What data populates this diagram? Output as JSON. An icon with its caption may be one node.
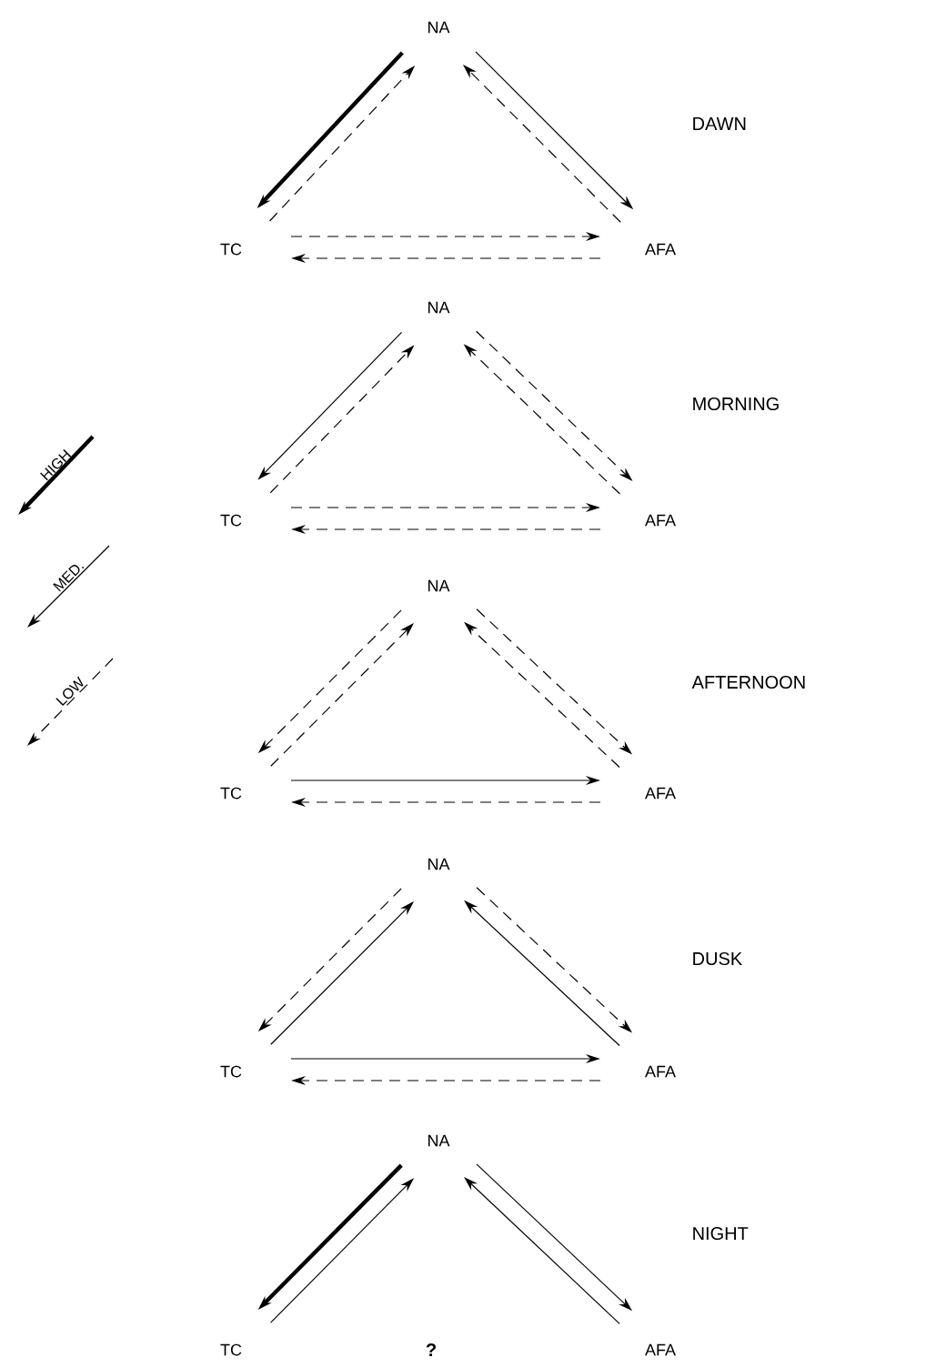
{
  "diagram": {
    "nodes": [
      {
        "text": [
          "NA"
        ]
      },
      {
        "text": [
          "TC"
        ]
      },
      {
        "text": [
          "AFA"
        ]
      },
      {
        "text": [
          "NA"
        ]
      },
      {
        "text": [
          "TC"
        ]
      },
      {
        "text": [
          "AFA"
        ]
      },
      {
        "text": [
          "NA"
        ]
      },
      {
        "text": [
          "TC"
        ]
      },
      {
        "text": [
          "AFA"
        ]
      },
      {
        "text": [
          "NA"
        ]
      },
      {
        "text": [
          "TC"
        ]
      },
      {
        "text": [
          "AFA"
        ]
      },
      {
        "text": [
          "NA"
        ]
      },
      {
        "text": [
          "TC"
        ]
      },
      {
        "text": [
          "AFA"
        ]
      }
    ],
    "edges": [
      {
        "from": 0,
        "to": 1,
        "arrow": "to",
        "style": "thick"
      },
      {
        "from": 1,
        "to": 0,
        "arrow": "to",
        "style": "dashed"
      },
      {
        "from": 0,
        "to": 2,
        "arrow": "to"
      },
      {
        "from": 2,
        "to": 0,
        "arrow": "to",
        "style": "dashed"
      },
      {
        "from": 1,
        "to": 2,
        "arrow": "to",
        "style": "dashed"
      },
      {
        "from": 2,
        "to": 1,
        "arrow": "to",
        "style": "dashed"
      },
      {
        "from": 3,
        "to": 4,
        "arrow": "to"
      },
      {
        "from": 4,
        "to": 3,
        "arrow": "to",
        "style": "dashed"
      },
      {
        "from": 3,
        "to": 5,
        "arrow": "to",
        "style": "dashed"
      },
      {
        "from": 5,
        "to": 3,
        "arrow": "to",
        "style": "dashed"
      },
      {
        "from": 4,
        "to": 5,
        "arrow": "to",
        "style": "dashed"
      },
      {
        "from": 5,
        "to": 4,
        "arrow": "to",
        "style": "dashed"
      },
      {
        "from": 6,
        "to": 7,
        "arrow": "to",
        "style": "dashed"
      },
      {
        "from": 7,
        "to": 6,
        "arrow": "to",
        "style": "dashed"
      },
      {
        "from": 6,
        "to": 8,
        "arrow": "to",
        "style": "dashed"
      },
      {
        "from": 8,
        "to": 6,
        "arrow": "to",
        "style": "dashed"
      },
      {
        "from": 7,
        "to": 8,
        "arrow": "to"
      },
      {
        "from": 8,
        "to": 7,
        "arrow": "to",
        "style": "dashed"
      },
      {
        "from": 9,
        "to": 10,
        "arrow": "to",
        "style": "dashed"
      },
      {
        "from": 10,
        "to": 9,
        "arrow": "to"
      },
      {
        "from": 9,
        "to": 11,
        "arrow": "to",
        "style": "dashed"
      },
      {
        "from": 11,
        "to": 9,
        "arrow": "to"
      },
      {
        "from": 10,
        "to": 11,
        "arrow": "to"
      },
      {
        "from": 11,
        "to": 10,
        "arrow": "to",
        "style": "dashed"
      },
      {
        "from": 12,
        "to": 13,
        "arrow": "to",
        "style": "thick"
      },
      {
        "from": 13,
        "to": 12,
        "arrow": "to"
      },
      {
        "from": 12,
        "to": 14,
        "arrow": "to"
      },
      {
        "from": 14,
        "to": 12,
        "arrow": "to"
      }
    ],
    "labels": [
      "DAWN",
      "MORNING",
      "AFTERNOON",
      "DUSK",
      "NIGHT",
      "?"
    ],
    "legend": [
      {
        "text": "HIGH"
      },
      {
        "text": "MED."
      },
      {
        "text": "LOW"
      }
    ]
  }
}
